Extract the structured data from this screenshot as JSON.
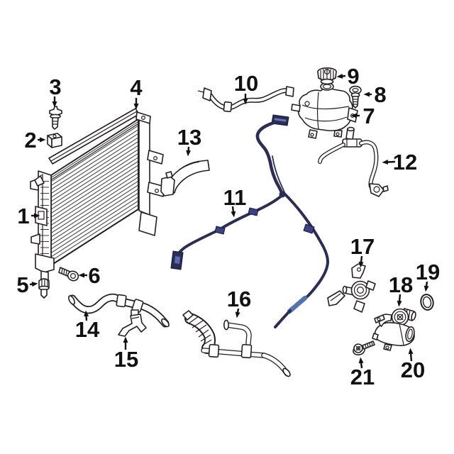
{
  "diagram": {
    "background": "#ffffff",
    "line_color": "#231f20",
    "highlight_color": "#2b2d55",
    "highlight_clip_color": "#3d4180",
    "highlight_sleeve_color": "#5373ae"
  },
  "callouts": [
    {
      "label": "1",
      "part": "radiator-side-bracket"
    },
    {
      "label": "2",
      "part": "radiator-mount-clip"
    },
    {
      "label": "3",
      "part": "push-pin-retainer"
    },
    {
      "label": "4",
      "part": "radiator-upper-seal"
    },
    {
      "label": "5",
      "part": "radiator-drain-plug"
    },
    {
      "label": "6",
      "part": "radiator-mount-bolt"
    },
    {
      "label": "7",
      "part": "coolant-reservoir-tank"
    },
    {
      "label": "8",
      "part": "reservoir-mount-screw"
    },
    {
      "label": "9",
      "part": "reservoir-cap"
    },
    {
      "label": "10",
      "part": "overflow-hose"
    },
    {
      "label": "11",
      "part": "coolant-hose-assembly",
      "highlighted": true
    },
    {
      "label": "12",
      "part": "reservoir-return-hose"
    },
    {
      "label": "13",
      "part": "radiator-hose-elbow"
    },
    {
      "label": "14",
      "part": "lower-radiator-hose"
    },
    {
      "label": "15",
      "part": "hose-bracket"
    },
    {
      "label": "16",
      "part": "heater-hose-assembly"
    },
    {
      "label": "17",
      "part": "auxiliary-water-pump"
    },
    {
      "label": "18",
      "part": "thermostat"
    },
    {
      "label": "19",
      "part": "thermostat-seal"
    },
    {
      "label": "20",
      "part": "water-outlet"
    },
    {
      "label": "21",
      "part": "water-outlet-bolt"
    }
  ]
}
